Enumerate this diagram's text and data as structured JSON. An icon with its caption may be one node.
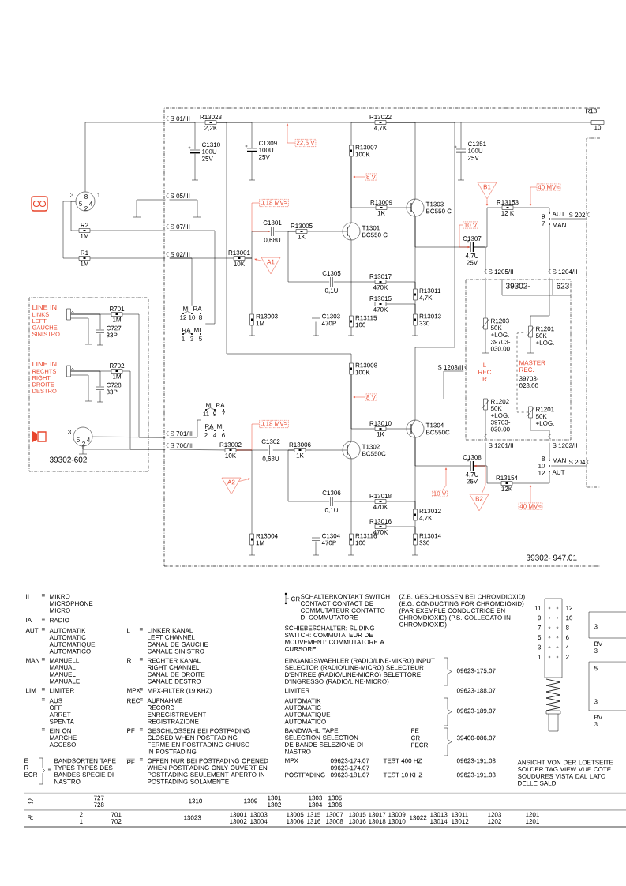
{
  "diagram": {
    "nodes": [
      {
        "text": [
          "S 01/III"
        ]
      },
      {
        "text": [
          "S 05/III"
        ]
      },
      {
        "text": [
          "S 07/III"
        ]
      },
      {
        "text": [
          "S 02/III"
        ]
      },
      {
        "text": [
          "S 701/III"
        ]
      },
      {
        "text": [
          "S 706/III"
        ]
      },
      {
        "text": [
          "3",
          "8",
          "1",
          "5",
          "4",
          "2"
        ]
      },
      {
        "text": [
          "R2",
          "1M"
        ]
      },
      {
        "text": [
          "R1",
          "1M"
        ]
      },
      {
        "text": [
          "R13023",
          "2,2K"
        ]
      },
      {
        "text": [
          "C1310",
          "100U",
          "25V"
        ]
      },
      {
        "text": [
          "C1309",
          "100U",
          "25V"
        ]
      },
      {
        "text": [
          "22,5 V"
        ]
      },
      {
        "text": [
          "R13022",
          "4,7K"
        ]
      },
      {
        "text": [
          "R13007",
          "100K"
        ]
      },
      {
        "text": [
          "8 V"
        ]
      },
      {
        "text": [
          "C1351",
          "100U",
          "25V"
        ]
      },
      {
        "text": [
          "0,18 MV≈"
        ]
      },
      {
        "text": [
          "B1"
        ]
      },
      {
        "text": [
          "40 MV≈"
        ]
      },
      {
        "text": [
          "R13009",
          "1K"
        ]
      },
      {
        "text": [
          "T1303",
          "BC550 C"
        ]
      },
      {
        "text": [
          "R13153",
          "12 K"
        ]
      },
      {
        "text": [
          "9",
          "AUT",
          "7",
          "MAN"
        ]
      },
      {
        "text": [
          "S 202"
        ]
      },
      {
        "text": [
          "10 V"
        ]
      },
      {
        "text": [
          "C1301",
          "0,68U"
        ]
      },
      {
        "text": [
          "R13005",
          "1K"
        ]
      },
      {
        "text": [
          "T1301",
          "BC550 C"
        ]
      },
      {
        "text": [
          "C1307",
          "4,7U",
          "25V"
        ]
      },
      {
        "text": [
          "R13001",
          "10K"
        ]
      },
      {
        "text": [
          "A1"
        ]
      },
      {
        "text": [
          "C1305",
          "0,1U"
        ]
      },
      {
        "text": [
          "R13017",
          "470K"
        ]
      },
      {
        "text": [
          "R13011",
          "4,7K"
        ]
      },
      {
        "text": [
          "R13015",
          "470K"
        ]
      },
      {
        "text": [
          "R13003",
          "1M"
        ]
      },
      {
        "text": [
          "C1303",
          "470P"
        ]
      },
      {
        "text": [
          "R13115",
          "100"
        ]
      },
      {
        "text": [
          "R13013",
          "330"
        ]
      },
      {
        "text": [
          "MI",
          "RA",
          "12",
          "10",
          "8",
          "RA",
          "MI",
          "1",
          "3",
          "5"
        ]
      },
      {
        "text": [
          "S 1205/II"
        ]
      },
      {
        "text": [
          "S 1204/II"
        ]
      },
      {
        "text": [
          "R1203",
          "50K +LOG.",
          "39703- 030.00"
        ]
      },
      {
        "text": [
          "R1201",
          "50K +LOG."
        ]
      },
      {
        "text": [
          "R1202",
          "50K +LOG.",
          "39703- 030.00"
        ]
      },
      {
        "text": [
          "R1201",
          "50K +LOG."
        ]
      },
      {
        "text": [
          "S 1203/II"
        ]
      },
      {
        "text": [
          "S 1201/II"
        ]
      },
      {
        "text": [
          "S 1202/II"
        ]
      },
      {
        "text": [
          "R13008",
          "100K"
        ]
      },
      {
        "text": [
          "8 V"
        ]
      },
      {
        "text": [
          "R13010",
          "1K"
        ]
      },
      {
        "text": [
          "T1304",
          "BC550C"
        ]
      },
      {
        "text": [
          "MI",
          "RA",
          "11",
          "9",
          "7",
          "RA",
          "MI",
          "2",
          "4",
          "6"
        ]
      },
      {
        "text": [
          "0,18 MV≈"
        ]
      },
      {
        "text": [
          "T1302",
          "BC550C"
        ]
      },
      {
        "text": [
          "R13002",
          "10K"
        ]
      },
      {
        "text": [
          "C1302",
          "0,68U"
        ]
      },
      {
        "text": [
          "R13006",
          "1K"
        ]
      },
      {
        "text": [
          "8",
          "MAN",
          "10",
          "12",
          "AUT"
        ]
      },
      {
        "text": [
          "S 204"
        ]
      },
      {
        "text": [
          "C1308",
          "4,7U",
          "25V"
        ]
      },
      {
        "text": [
          "R13154",
          "12K"
        ]
      },
      {
        "text": [
          "A2"
        ]
      },
      {
        "text": [
          "10 V"
        ]
      },
      {
        "text": [
          "B2"
        ]
      },
      {
        "text": [
          "40 MV≈"
        ]
      },
      {
        "text": [
          "C1306",
          "0,1U"
        ]
      },
      {
        "text": [
          "R13018",
          "470K"
        ]
      },
      {
        "text": [
          "R13012",
          "4,7K"
        ]
      },
      {
        "text": [
          "R13016",
          "470K"
        ]
      },
      {
        "text": [
          "R13004",
          "1M"
        ]
      },
      {
        "text": [
          "C1304",
          "470P"
        ]
      },
      {
        "text": [
          "R13116",
          "100"
        ]
      },
      {
        "text": [
          "R13014",
          "330"
        ]
      },
      {
        "text": [
          "LINE IN",
          "LINKS LEFT GAUCHE SINISTRO"
        ]
      },
      {
        "text": [
          "R701",
          "1M"
        ]
      },
      {
        "text": [
          "C727",
          "33P"
        ]
      },
      {
        "text": [
          "LINE IN",
          "RECHTS RIGHT DROITE DESTRO"
        ]
      },
      {
        "text": [
          "R702",
          "1M"
        ]
      },
      {
        "text": [
          "C728",
          "33P"
        ]
      },
      {
        "text": [
          "3",
          "5",
          "4",
          "2"
        ]
      }
    ],
    "edges": [
      {
        "from": 0,
        "to": 9,
        "arrow": "none"
      },
      {
        "from": 9,
        "to": 13,
        "arrow": "none"
      },
      {
        "from": 0,
        "to": 10,
        "arrow": "none"
      },
      {
        "from": 9,
        "to": 11,
        "arrow": "none"
      },
      {
        "from": 13,
        "to": 14,
        "arrow": "none"
      },
      {
        "from": 13,
        "to": 21,
        "arrow": "none"
      },
      {
        "from": 13,
        "to": 16,
        "arrow": "none"
      },
      {
        "from": 6,
        "to": 0,
        "arrow": "none"
      },
      {
        "from": 7,
        "to": 2,
        "arrow": "none"
      },
      {
        "from": 8,
        "to": 3,
        "arrow": "none"
      },
      {
        "from": 6,
        "to": 7,
        "arrow": "none"
      },
      {
        "from": 6,
        "to": 8,
        "arrow": "none"
      },
      {
        "from": 3,
        "to": 30,
        "arrow": "none"
      },
      {
        "from": 30,
        "to": 26,
        "arrow": "none"
      },
      {
        "from": 26,
        "to": 27,
        "arrow": "none"
      },
      {
        "from": 27,
        "to": 28,
        "arrow": "none"
      },
      {
        "from": 14,
        "to": 28,
        "arrow": "none"
      },
      {
        "from": 14,
        "to": 20,
        "arrow": "none"
      },
      {
        "from": 20,
        "to": 21,
        "arrow": "none"
      },
      {
        "from": 28,
        "to": 38,
        "arrow": "none"
      },
      {
        "from": 21,
        "to": 34,
        "arrow": "none"
      },
      {
        "from": 34,
        "to": 39,
        "arrow": "none"
      },
      {
        "from": 21,
        "to": 29,
        "arrow": "none"
      },
      {
        "from": 29,
        "to": 22,
        "arrow": "none"
      },
      {
        "from": 29,
        "to": 41,
        "arrow": "none"
      },
      {
        "from": 22,
        "to": 23,
        "arrow": "none"
      },
      {
        "from": 23,
        "to": 24,
        "arrow": "none"
      },
      {
        "from": 23,
        "to": 42,
        "arrow": "none"
      },
      {
        "from": 32,
        "to": 33,
        "arrow": "none"
      },
      {
        "from": 33,
        "to": 34,
        "arrow": "none"
      },
      {
        "from": 35,
        "to": 39,
        "arrow": "none"
      },
      {
        "from": 32,
        "to": 27,
        "arrow": "none"
      },
      {
        "from": 30,
        "to": 36,
        "arrow": "none"
      },
      {
        "from": 3,
        "to": 40,
        "arrow": "none"
      },
      {
        "from": 2,
        "to": 40,
        "arrow": "none"
      },
      {
        "from": 41,
        "to": 43,
        "arrow": "none"
      },
      {
        "from": 42,
        "to": 44,
        "arrow": "none"
      },
      {
        "from": 45,
        "to": 48,
        "arrow": "none"
      },
      {
        "from": 46,
        "to": 49,
        "arrow": "none"
      },
      {
        "from": 76,
        "to": 77,
        "arrow": "none"
      },
      {
        "from": 77,
        "to": 4,
        "arrow": "none"
      },
      {
        "from": 76,
        "to": 78,
        "arrow": "none"
      },
      {
        "from": 79,
        "to": 80,
        "arrow": "none"
      },
      {
        "from": 80,
        "to": 5,
        "arrow": "none"
      },
      {
        "from": 79,
        "to": 81,
        "arrow": "none"
      },
      {
        "from": 82,
        "to": 4,
        "arrow": "none"
      },
      {
        "from": 82,
        "to": 5,
        "arrow": "none"
      },
      {
        "from": 4,
        "to": 54,
        "arrow": "none"
      },
      {
        "from": 5,
        "to": 57,
        "arrow": "none"
      },
      {
        "from": 57,
        "to": 58,
        "arrow": "none"
      },
      {
        "from": 58,
        "to": 59,
        "arrow": "none"
      },
      {
        "from": 59,
        "to": 56,
        "arrow": "none"
      },
      {
        "from": 50,
        "to": 56,
        "arrow": "none"
      },
      {
        "from": 50,
        "to": 52,
        "arrow": "none"
      },
      {
        "from": 52,
        "to": 53,
        "arrow": "none"
      },
      {
        "from": 56,
        "to": 74,
        "arrow": "none"
      },
      {
        "from": 53,
        "to": 70,
        "arrow": "none"
      },
      {
        "from": 70,
        "to": 75,
        "arrow": "none"
      },
      {
        "from": 53,
        "to": 62,
        "arrow": "none"
      },
      {
        "from": 62,
        "to": 63,
        "arrow": "none"
      },
      {
        "from": 62,
        "to": 48,
        "arrow": "none"
      },
      {
        "from": 63,
        "to": 60,
        "arrow": "none"
      },
      {
        "from": 60,
        "to": 61,
        "arrow": "none"
      },
      {
        "from": 60,
        "to": 49,
        "arrow": "none"
      },
      {
        "from": 68,
        "to": 69,
        "arrow": "none"
      },
      {
        "from": 69,
        "to": 70,
        "arrow": "none"
      },
      {
        "from": 71,
        "to": 75,
        "arrow": "none"
      },
      {
        "from": 57,
        "to": 72,
        "arrow": "none"
      },
      {
        "from": 68,
        "to": 59,
        "arrow": "none"
      },
      {
        "from": 12,
        "to": null,
        "arrow": "to",
        "color": "#e8452c"
      },
      {
        "from": 15,
        "to": null,
        "arrow": "to",
        "color": "#e8452c"
      },
      {
        "from": 17,
        "to": 26,
        "arrow": "to",
        "color": "#e8452c"
      },
      {
        "from": 18,
        "to": null,
        "arrow": "to",
        "color": "#e8452c"
      },
      {
        "from": 19,
        "to": null,
        "arrow": "to",
        "color": "#e8452c"
      },
      {
        "from": 25,
        "to": 29,
        "arrow": "to",
        "color": "#e8452c"
      },
      {
        "from": 31,
        "to": null,
        "arrow": "to",
        "color": "#e8452c"
      },
      {
        "from": 51,
        "to": null,
        "arrow": "to",
        "color": "#e8452c"
      },
      {
        "from": 55,
        "to": 57,
        "arrow": "to",
        "color": "#e8452c"
      },
      {
        "from": 64,
        "to": null,
        "arrow": "to",
        "color": "#e8452c"
      },
      {
        "from": 65,
        "to": null,
        "arrow": "to",
        "color": "#e8452c"
      },
      {
        "from": 66,
        "to": 62,
        "arrow": "to",
        "color": "#e8452c"
      },
      {
        "from": 67,
        "to": null,
        "arrow": "to",
        "color": "#e8452c"
      },
      {
        "from": 13,
        "to": 53,
        "arrow": "none"
      },
      {
        "from": 9,
        "to": 50,
        "arrow": "none"
      },
      {
        "from": 44,
        "to": 46,
        "arrow": "none",
        "style": "dashed"
      },
      {
        "from": 47,
        "to": null,
        "arrow": "none"
      }
    ],
    "labels": [
      "R13",
      "10",
      "L REC R",
      "MASTER REC.",
      "39703- 028.00",
      "39302-",
      "623",
      "39302- 947.01",
      "39302-602",
      "II",
      "=",
      "MIKRO MICROPHONE MICRO",
      "IA",
      "=",
      "RADIO",
      "AUT",
      "=",
      "AUTOMATIK AUTOMATIC AUTOMATIQUE AUTOMATICO",
      "L",
      "=",
      "LINKER KANAL LEFT CHANNEL CANAL DE GAUCHE CANALE SINISTRO",
      "MAN",
      "=",
      "MANUELL MANUAL MANUEL MANUALE",
      "R",
      "=",
      "RECHTER KANAL RIGHT CHANNEL CANAL DE DROITE CANALE DESTRO",
      "LIM",
      "=",
      "LIMITER",
      "MPX",
      "=",
      "MPX-FILTER (19 KHZ)",
      "=",
      "AUS OFF ARRET SPENTA",
      "REC",
      "=",
      "AUFNAHME RECORD ENREGISTREMENT REGISTRAZIONE",
      "=",
      "EIN ON MARCHE ACCESO",
      "PF",
      "=",
      "GESCHLOSSEN BEI POSTFADING CLOSED WHEN POSTFADING FERME EN POSTFADING CHIUSO IN POSTFADING",
      "E R ECR",
      "=",
      "BANDSORTEN TAPE TYPES TYPES DES BANDES SPECIE DI NASTRO",
      "PF",
      "=",
      "OFFEN NUR BEI POSTFADING OPENED WHEN POSTFADING ONLY OUVERT EN POSTFADING SEULEMENT APERTO IN POSTFADING SOLAMENTE",
      "CR",
      "SCHALTERKONTAKT SWITCH CONTACT CONTACT DE COMMUTATEUR CONTATTO DI COMMUTATORE",
      "(Z.B. GESCHLOSSEN BEI CHROMDIOXID) (E.G. CONDUCTING FOR CHROMDIOXID) (PAR EXEMPLE CONDUCTRICE EN CHROMDIOXID) (P.S. COLLEGATO IN CHROMDIOXID)",
      "SCHIEBESCHALTER: SLIDING SWITCH: COMMUTATEUR DE MOUVEMENT: COMMUTATORE A CURSORE:",
      "EINGANGSWAEHLER (RADIO/LINE-MIKRO) INPUT SELECTOR (RADIO/LINE-MICRO) SELECTEUR D'ENTREE (RADIO/LINE-MICRO) SELETTORE D'INGRESSO (RADIO/LINE-MICRO)",
      "09623-175.07",
      "LIMITER",
      "09623-188.07",
      "AUTOMATIK AUTOMATIC AUTOMATIQUE AUTOMATICO",
      "09623-189.07",
      "BANDWAHL TAPE SELECTION SELECTION DE BANDE SELEZIONE DI NASTRO",
      "FE",
      "CR",
      "FECR",
      "39400-086.07",
      "MPX",
      "09623-174.07",
      "TEST 400 HZ",
      "09623-191.03",
      "09623-174.07",
      "POSTFADING",
      "09623-181.07",
      "TEST 10 KHZ",
      "09623-191.03",
      "11",
      "12",
      "9",
      "10",
      "7",
      "8",
      "5",
      "6",
      "3",
      "4",
      "1",
      "2",
      "ANSICHT VON DER LOETSEITE SOLDER TAG VIEW VUE COTE SOUDURES VISTA DAL LATO DELLE SALD",
      "3",
      "BV 3",
      "5",
      "3",
      "BV 3",
      "C:",
      "727 728",
      "1310",
      "1309",
      "1301 1302",
      "1303 1304",
      "1305 1306",
      "R:",
      "2 1",
      "701 702",
      "13023",
      "13001 13002",
      "13003 13004",
      "13005 13006",
      "1315 1316",
      "13007 13008",
      "13015 13016",
      "13017 13018",
      "13009 13010",
      "13022",
      "13013 13014",
      "13011 13012",
      "1203 1202",
      "1201 1201"
    ]
  }
}
